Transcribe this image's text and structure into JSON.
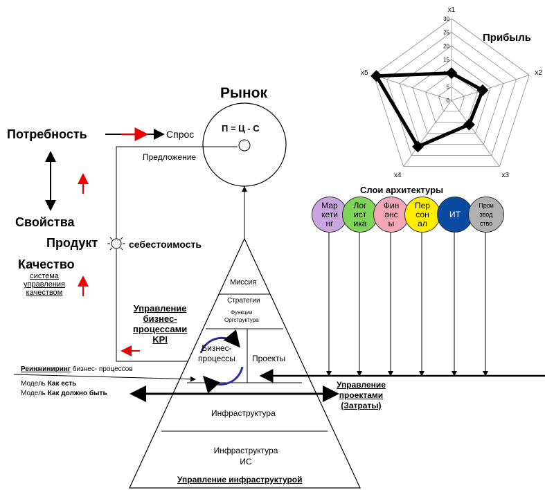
{
  "market": {
    "title": "Рынок",
    "formula": "П = Ц - С",
    "demand": "Спрос",
    "supply": "Предложение"
  },
  "left": {
    "need": "Потребность",
    "properties": "Свойства",
    "product": "Продукт",
    "cost": "себестоимость",
    "quality": "Качество",
    "qms": [
      "система",
      "управления",
      "качеством"
    ],
    "bpm": [
      "Управление",
      "бизнес-",
      "процессами",
      "KPI"
    ],
    "reeng_bold": "Реинжиниринг",
    "reeng_rest": " бизнес- процессов",
    "model_prefix": "Модель",
    "as_is": "Как есть",
    "to_be": "Как должно быть"
  },
  "pyramid": {
    "mission": "Миссия",
    "strategy": "Стратегии",
    "functions": "Функции",
    "org": "Оргструктура",
    "bp": [
      "Бизнес-",
      "процессы"
    ],
    "projects": "Проекты",
    "infra": "Инфраструктура",
    "infra_is": [
      "Инфраструктура",
      "ИС"
    ],
    "infra_mgmt": "Управление инфраструктурой"
  },
  "project_mgmt": [
    "Управление",
    "проектами",
    "(Затраты)"
  ],
  "layers": {
    "title": "Слои архитектуры",
    "items": [
      {
        "lines": [
          "Мар",
          "кети",
          "нг"
        ],
        "color": "#c9a6e0"
      },
      {
        "lines": [
          "Лог",
          "ист",
          "ика"
        ],
        "color": "#7fd45a"
      },
      {
        "lines": [
          "Фин",
          "анс",
          "ы"
        ],
        "color": "#f2a6b8"
      },
      {
        "lines": [
          "Пер",
          "сон",
          "ал"
        ],
        "color": "#ffee00"
      },
      {
        "lines": [
          "ИТ"
        ],
        "color": "#0a4aa0"
      },
      {
        "lines": [
          "Прои",
          "звод",
          "ство"
        ],
        "color": "#b0b0b0"
      }
    ]
  },
  "chart_data": {
    "type": "radar",
    "title": "Прибыль",
    "axes": [
      "x1",
      "x2",
      "x3",
      "x4",
      "x5"
    ],
    "ticks": [
      "0",
      "5",
      "10",
      "15",
      "20",
      "25",
      "30"
    ],
    "range": [
      0,
      30
    ],
    "values": [
      10,
      12,
      11,
      21,
      29
    ]
  }
}
